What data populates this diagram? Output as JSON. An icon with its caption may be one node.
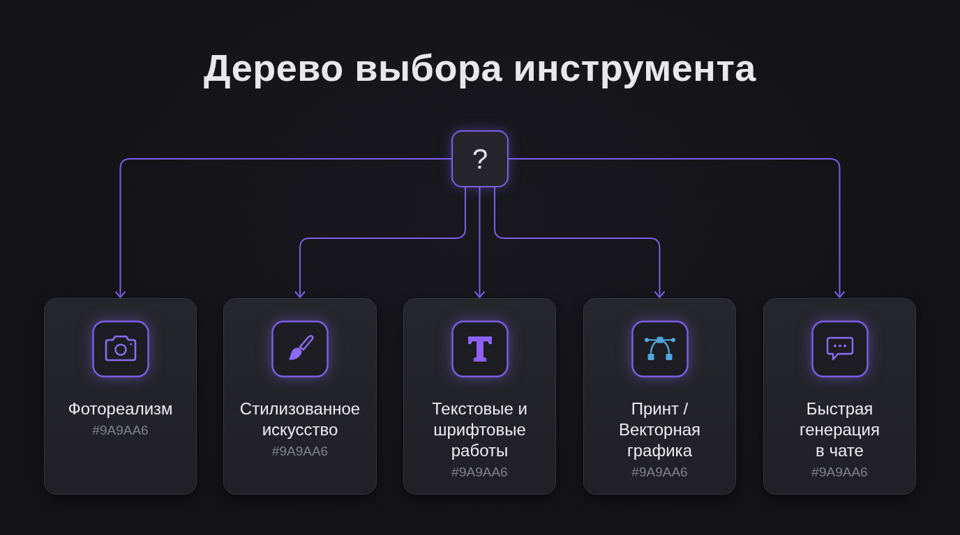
{
  "diagram": {
    "title": "Дерево выбора инструмента",
    "nodes": [
      {
        "text": [
          "?"
        ]
      },
      {
        "text": [
          "Фотореализм",
          "#9A9AA6"
        ]
      },
      {
        "text": [
          "Стилизованное искусство",
          "#9A9AA6"
        ]
      },
      {
        "text": [
          "Текстовые и шрифтовые работы",
          "#9A9AA6"
        ]
      },
      {
        "text": [
          "Принт / Векторная графика",
          "#9A9AA6"
        ]
      },
      {
        "text": [
          "Быстрая генерация в чате",
          "#9A9AA6"
        ]
      }
    ],
    "edges": [
      {
        "from": 0,
        "to": 1,
        "arrow": "to"
      },
      {
        "from": 0,
        "to": 2,
        "arrow": "to"
      },
      {
        "from": 0,
        "to": 3,
        "arrow": "to"
      },
      {
        "from": 0,
        "to": 4,
        "arrow": "to"
      },
      {
        "from": 0,
        "to": 5,
        "arrow": "to"
      }
    ]
  }
}
